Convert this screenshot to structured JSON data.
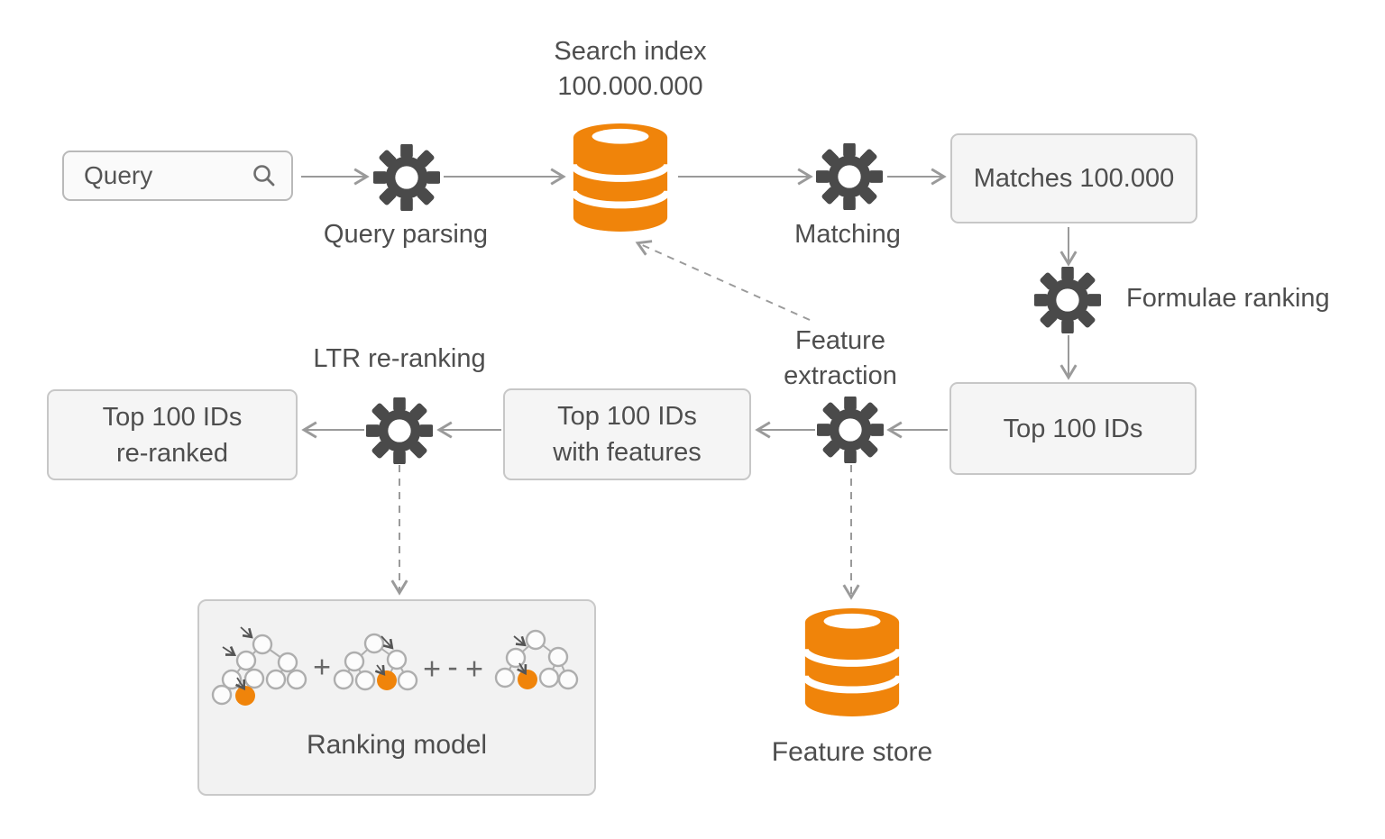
{
  "colors": {
    "accent_orange": "#F0840A",
    "gear_gray": "#4A4A4A",
    "arrow_gray": "#9A9A9A",
    "text_gray": "#4E4E4E"
  },
  "nodes": {
    "query": {
      "label": "Query"
    },
    "query_parsing": {
      "label": "Query parsing"
    },
    "search_index": {
      "title": "Search index",
      "count": "100.000.000"
    },
    "matching": {
      "label": "Matching"
    },
    "matches": {
      "label": "Matches 100.000"
    },
    "formulae_ranking": {
      "label": "Formulae ranking"
    },
    "top100": {
      "label": "Top 100 IDs"
    },
    "feature_extraction": {
      "line1": "Feature",
      "line2": "extraction"
    },
    "top100_features": {
      "line1": "Top 100 IDs",
      "line2": "with features"
    },
    "ltr_reranking": {
      "label": "LTR re-ranking"
    },
    "top100_reranked": {
      "line1": "Top 100 IDs",
      "line2": "re-ranked"
    },
    "ranking_model": {
      "label": "Ranking model",
      "operators": {
        "op1": "+",
        "op2": "+",
        "op3": "-",
        "op4": "+"
      }
    },
    "feature_store": {
      "label": "Feature store"
    }
  }
}
